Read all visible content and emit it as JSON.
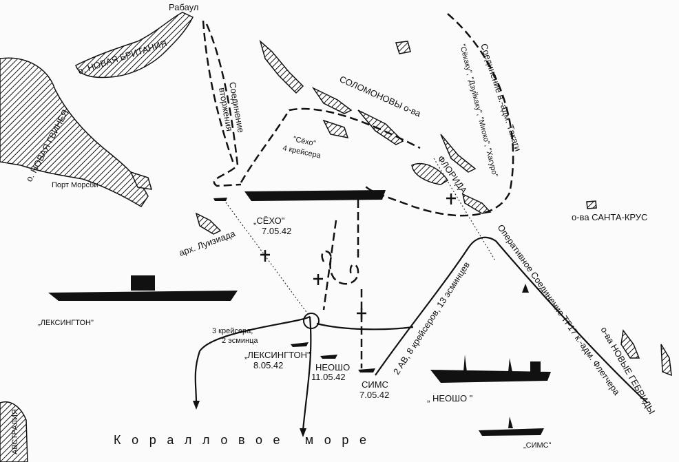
{
  "title": "Бой в Коралловом море",
  "places": {
    "rabaul": "Рабаул",
    "new_britain": "о. НОВАЯ БРИТАНИЯ",
    "new_guinea": "о. НОВАЯ ГВИНЕЯ",
    "port_moresby": "Порт Морсби",
    "solomons": "СОЛОМОНОВЫ о-ва",
    "florida": "ФЛОРИДА",
    "santa_cruz": "о-ва САНТА-КРУС",
    "louisiade": "арх. Луизиада",
    "new_hebrides": "о-ва НОВЫЕ ГЕБРИДЫ",
    "australia": "АВСТРАЛИЯ",
    "coral_sea": "Коралловое море"
  },
  "forces": {
    "invasion_1": "Соединение",
    "invasion_2": "вторжения",
    "shoho_group_1": "\"Сёхо\"",
    "shoho_group_2": "4 крейсера",
    "takagi_1": "Соединение  в.-адм.  Такаги",
    "takagi_2": "\"Сёкаку\", \"Дзуйкаку\", \"Миоко\", \"Хагуро\"",
    "tf17_1": "Оперативное Соединение TF17 к.-адм. Флетчера",
    "tf17_2": "2 АВ, 8 крейсеров, 13 эсминцев",
    "detach_1": "3 крейсера,",
    "detach_2": "2 эсминца"
  },
  "losses": [
    {
      "name": "„СЁХО\"",
      "date": "7.05.42"
    },
    {
      "name": "„ЛЕКСИНГТОН\"",
      "date": "8.05.42"
    },
    {
      "name": "НЕОШО",
      "date": "11.05.42"
    },
    {
      "name": "СИМС",
      "date": "7.05.42"
    }
  ],
  "ship_captions": {
    "lexington": "„ЛЕКСИНГТОН\"",
    "neosho": "„ НЕОШО \"",
    "sims": "„СИМС\""
  }
}
